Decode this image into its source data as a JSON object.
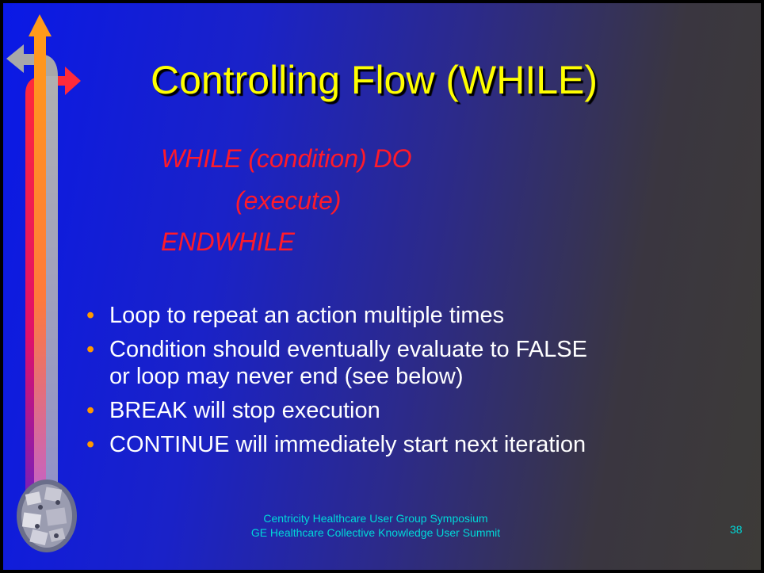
{
  "slide": {
    "title": "Controlling Flow (WHILE)",
    "code_lines": [
      "WHILE (condition) DO",
      "(execute)",
      "ENDWHILE"
    ],
    "bullets": [
      "Loop to repeat an action multiple times",
      "Condition should eventually evaluate to FALSE",
      "or loop may never end (see below)",
      "BREAK will stop execution",
      "CONTINUE will immediately start next iteration"
    ],
    "bullet_symbol": "•",
    "footer": {
      "line1": "Centricity Healthcare User Group Symposium",
      "line2": "GE Healthcare Collective Knowledge User Summit",
      "page_number": "38"
    }
  },
  "colors": {
    "title": "#ffff00",
    "code": "#ff1a2a",
    "bullet_text": "#ffffff",
    "bullet_dot": "#ff9900",
    "footer": "#00d8d8"
  },
  "icons": [
    "directional-arrows-icon",
    "globe-logo-icon"
  ]
}
